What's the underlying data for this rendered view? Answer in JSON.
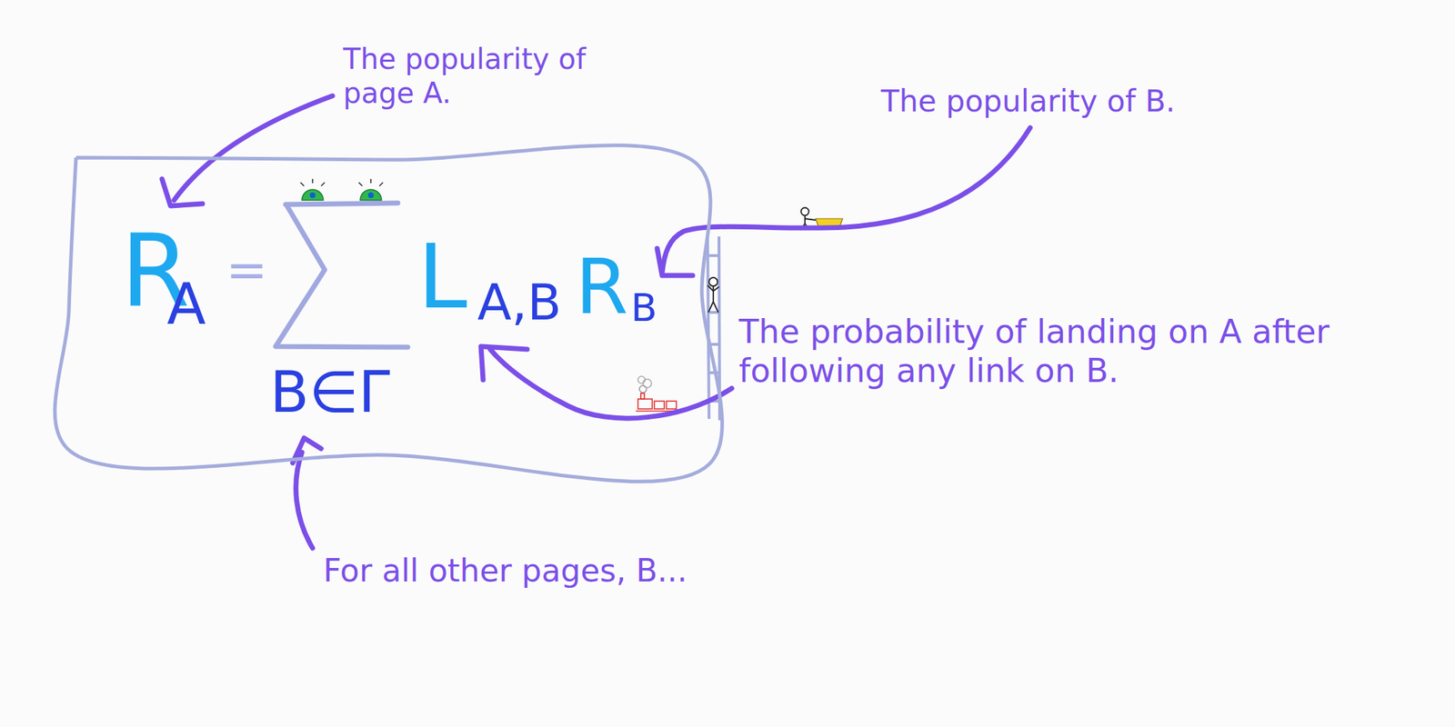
{
  "diagram": {
    "nodes": [
      {
        "text": [
          "R",
          "A",
          "=",
          "L",
          "A,B",
          "R",
          "B",
          "B∈Γ"
        ]
      }
    ],
    "labels": [
      "The popularity of page A.",
      "The popularity of B.",
      "The probability of landing on A after following any link on B.",
      "For all other pages, B..."
    ]
  }
}
